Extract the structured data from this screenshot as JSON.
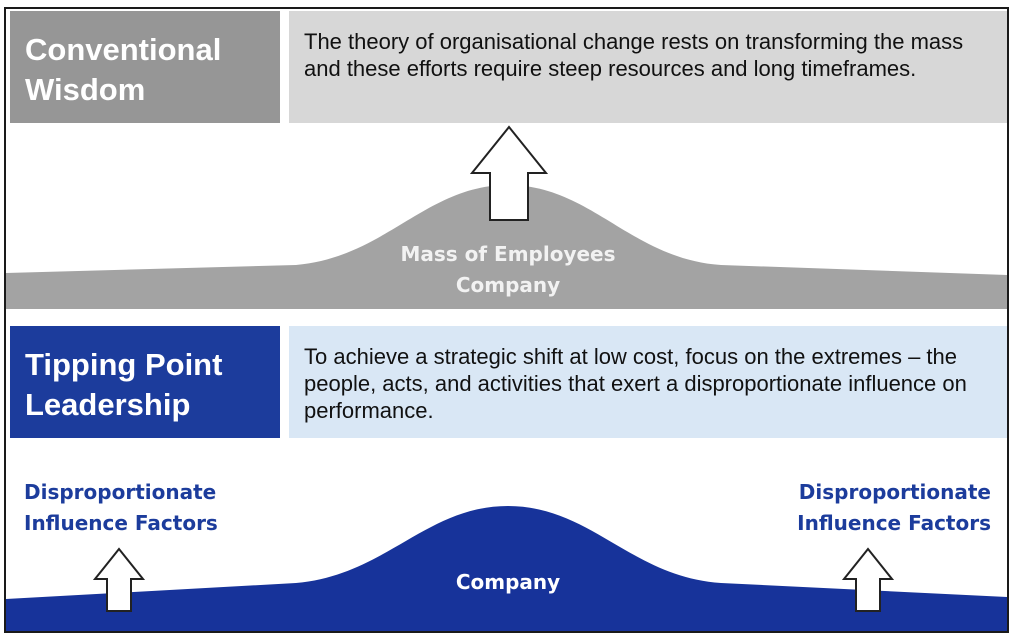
{
  "conventional": {
    "label_line1": "Conventional",
    "label_line2": "Wisdom",
    "description": "The theory of organisational change rests on transforming the mass and these efforts require steep resources and long timeframes.",
    "hill_label_line1": "Mass of Employees",
    "hill_label_line2": "Company",
    "colors": {
      "label_bg": "#969696",
      "desc_bg": "#d7d7d7",
      "hill": "#a3a3a3"
    }
  },
  "tipping": {
    "label_line1": "Tipping Point",
    "label_line2": "Leadership",
    "description": "To achieve a strategic shift at low cost, focus on the extremes – the people, acts, and activities that exert a disproportionate influence on performance.",
    "hill_label": "Company",
    "left_factor_line1": "Disproportionate",
    "left_factor_line2": "Influence Factors",
    "right_factor_line1": "Disproportionate",
    "right_factor_line2": "Influence Factors",
    "colors": {
      "label_bg": "#1c3c9c",
      "desc_bg": "#d9e7f5",
      "hill": "#17339a",
      "factor_text": "#1c3c9c"
    }
  },
  "icons": [
    "up-arrow-icon"
  ]
}
